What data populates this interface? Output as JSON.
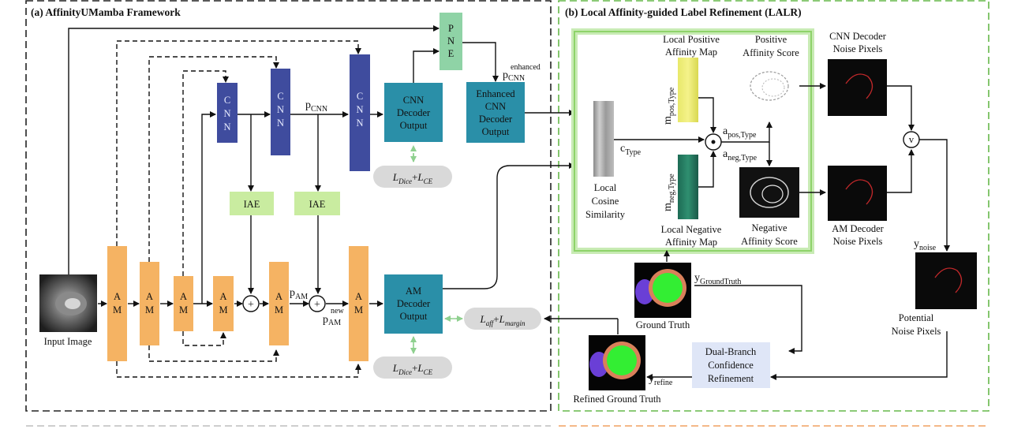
{
  "panels": {
    "left_title": "(a) AffinityUMamba Framework",
    "right_title": "(b)  Local Affinity-guided Label Refinement (LALR)"
  },
  "blocks": {
    "am": "A M",
    "cnn": "C N N",
    "pne": "P N E",
    "iae": "IAE",
    "plus": "+",
    "odot": "⊙",
    "vee": "v"
  },
  "encoder": {
    "input_label": "Input Image"
  },
  "outputs": {
    "cnn_decoder": [
      "CNN",
      "Decoder",
      "Output"
    ],
    "am_decoder": [
      "AM",
      "Decoder",
      "Output"
    ],
    "enhanced_cnn": [
      "Enhanced",
      "CNN",
      "Decoder",
      "Output"
    ]
  },
  "symbols": {
    "p": "p",
    "cnn_sub": "CNN",
    "am_sub": "AM",
    "enhanced_sup": "enhanced",
    "new_sup": "new",
    "c": "c",
    "type_sub": "Type",
    "m": "m",
    "pos_type": "pos,Type",
    "neg_type": "neg,Type",
    "a": "a",
    "y": "y",
    "noise_sub": "noise",
    "gt_sub": "GroundTruth",
    "refine_sub": "refine"
  },
  "losses": {
    "dice_ce_1": "L",
    "dice_sub": "Dice",
    "ce_sub": "CE",
    "aff_sub": "aff",
    "margin_sub": "margin",
    "plus": "+"
  },
  "lalr": {
    "local_cosine": [
      "Local",
      "Cosine",
      "Similarity"
    ],
    "local_pos_map": [
      "Local Positive",
      "Affinity Map"
    ],
    "local_neg_map": [
      "Local Negative",
      "Affinity Map"
    ],
    "pos_score": [
      "Positive",
      "Affinity Score"
    ],
    "neg_score": [
      "Negative",
      "Affinity Score"
    ],
    "cnn_noise": [
      "CNN Decoder",
      "Noise Pixels"
    ],
    "am_noise": [
      "AM Decoder",
      "Noise Pixels"
    ],
    "potential_noise": [
      "Potential",
      "Noise Pixels"
    ],
    "ground_truth": "Ground Truth",
    "refined_gt": "Refined Ground Truth",
    "dbcr": [
      "Dual-Branch",
      "Confidence",
      "Refinement"
    ]
  },
  "colors": {
    "am_block": "#f5b363",
    "cnn_block": "#3f4c9e",
    "pne_block": "#8fd3a6",
    "iae_block": "#c9eca0",
    "decoder_block": "#2a8fa8",
    "loss_pill": "#d9d9d9",
    "dbcr_block": "#dfe6f7",
    "lalr_glow": "#8ed36a",
    "left_border": "#222222",
    "right_border": "#66b84a"
  }
}
